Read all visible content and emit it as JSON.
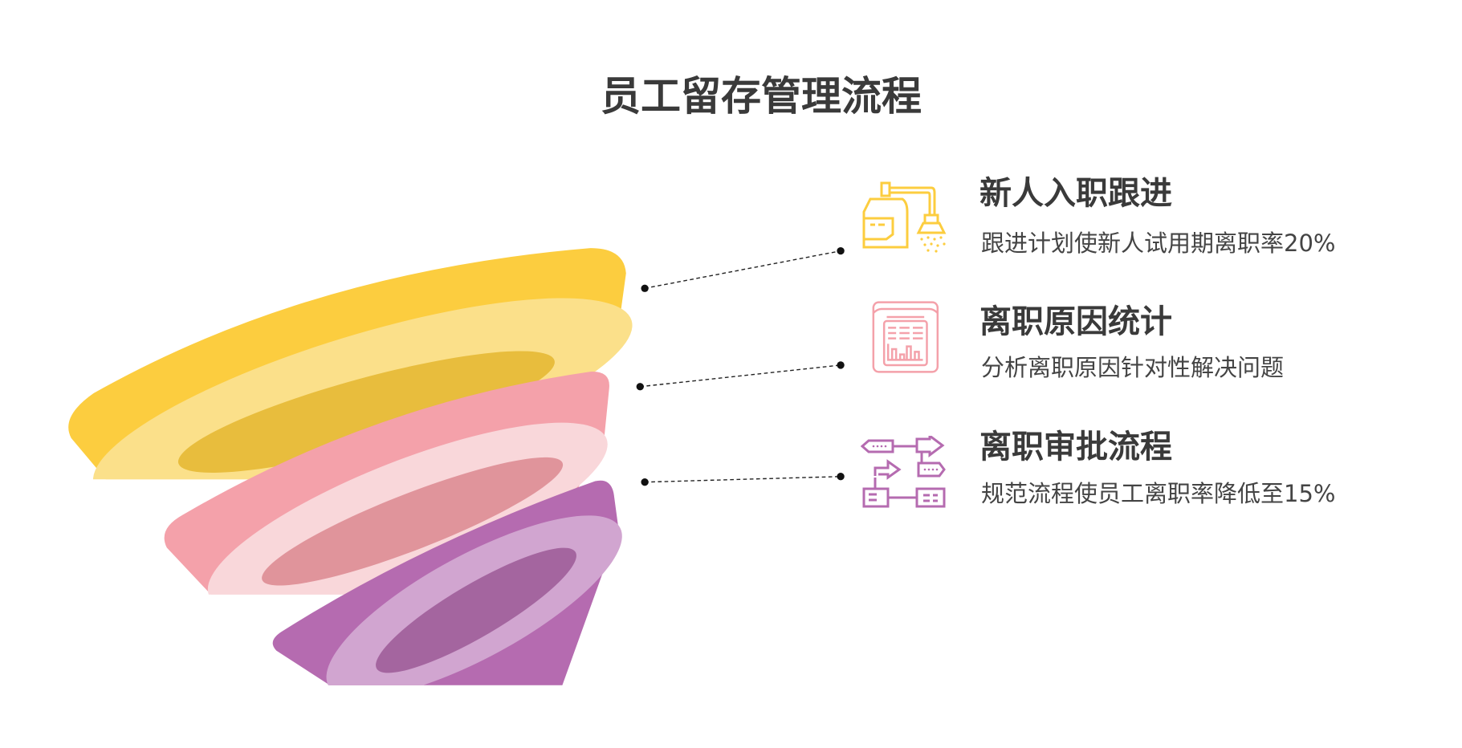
{
  "title": "员工留存管理流程",
  "stages": [
    {
      "heading": "新人入职跟进",
      "description": "跟进计划使新人试用期离职率20%",
      "icon": "faucet-machine-icon",
      "color": "#FCCD3F"
    },
    {
      "heading": "离职原因统计",
      "description": "分析离职原因针对性解决问题",
      "icon": "report-chart-icon",
      "color": "#F4A1AA"
    },
    {
      "heading": "离职审批流程",
      "description": "规范流程使员工离职率降低至15%",
      "icon": "flowchart-icon",
      "color": "#B56BB0"
    }
  ]
}
